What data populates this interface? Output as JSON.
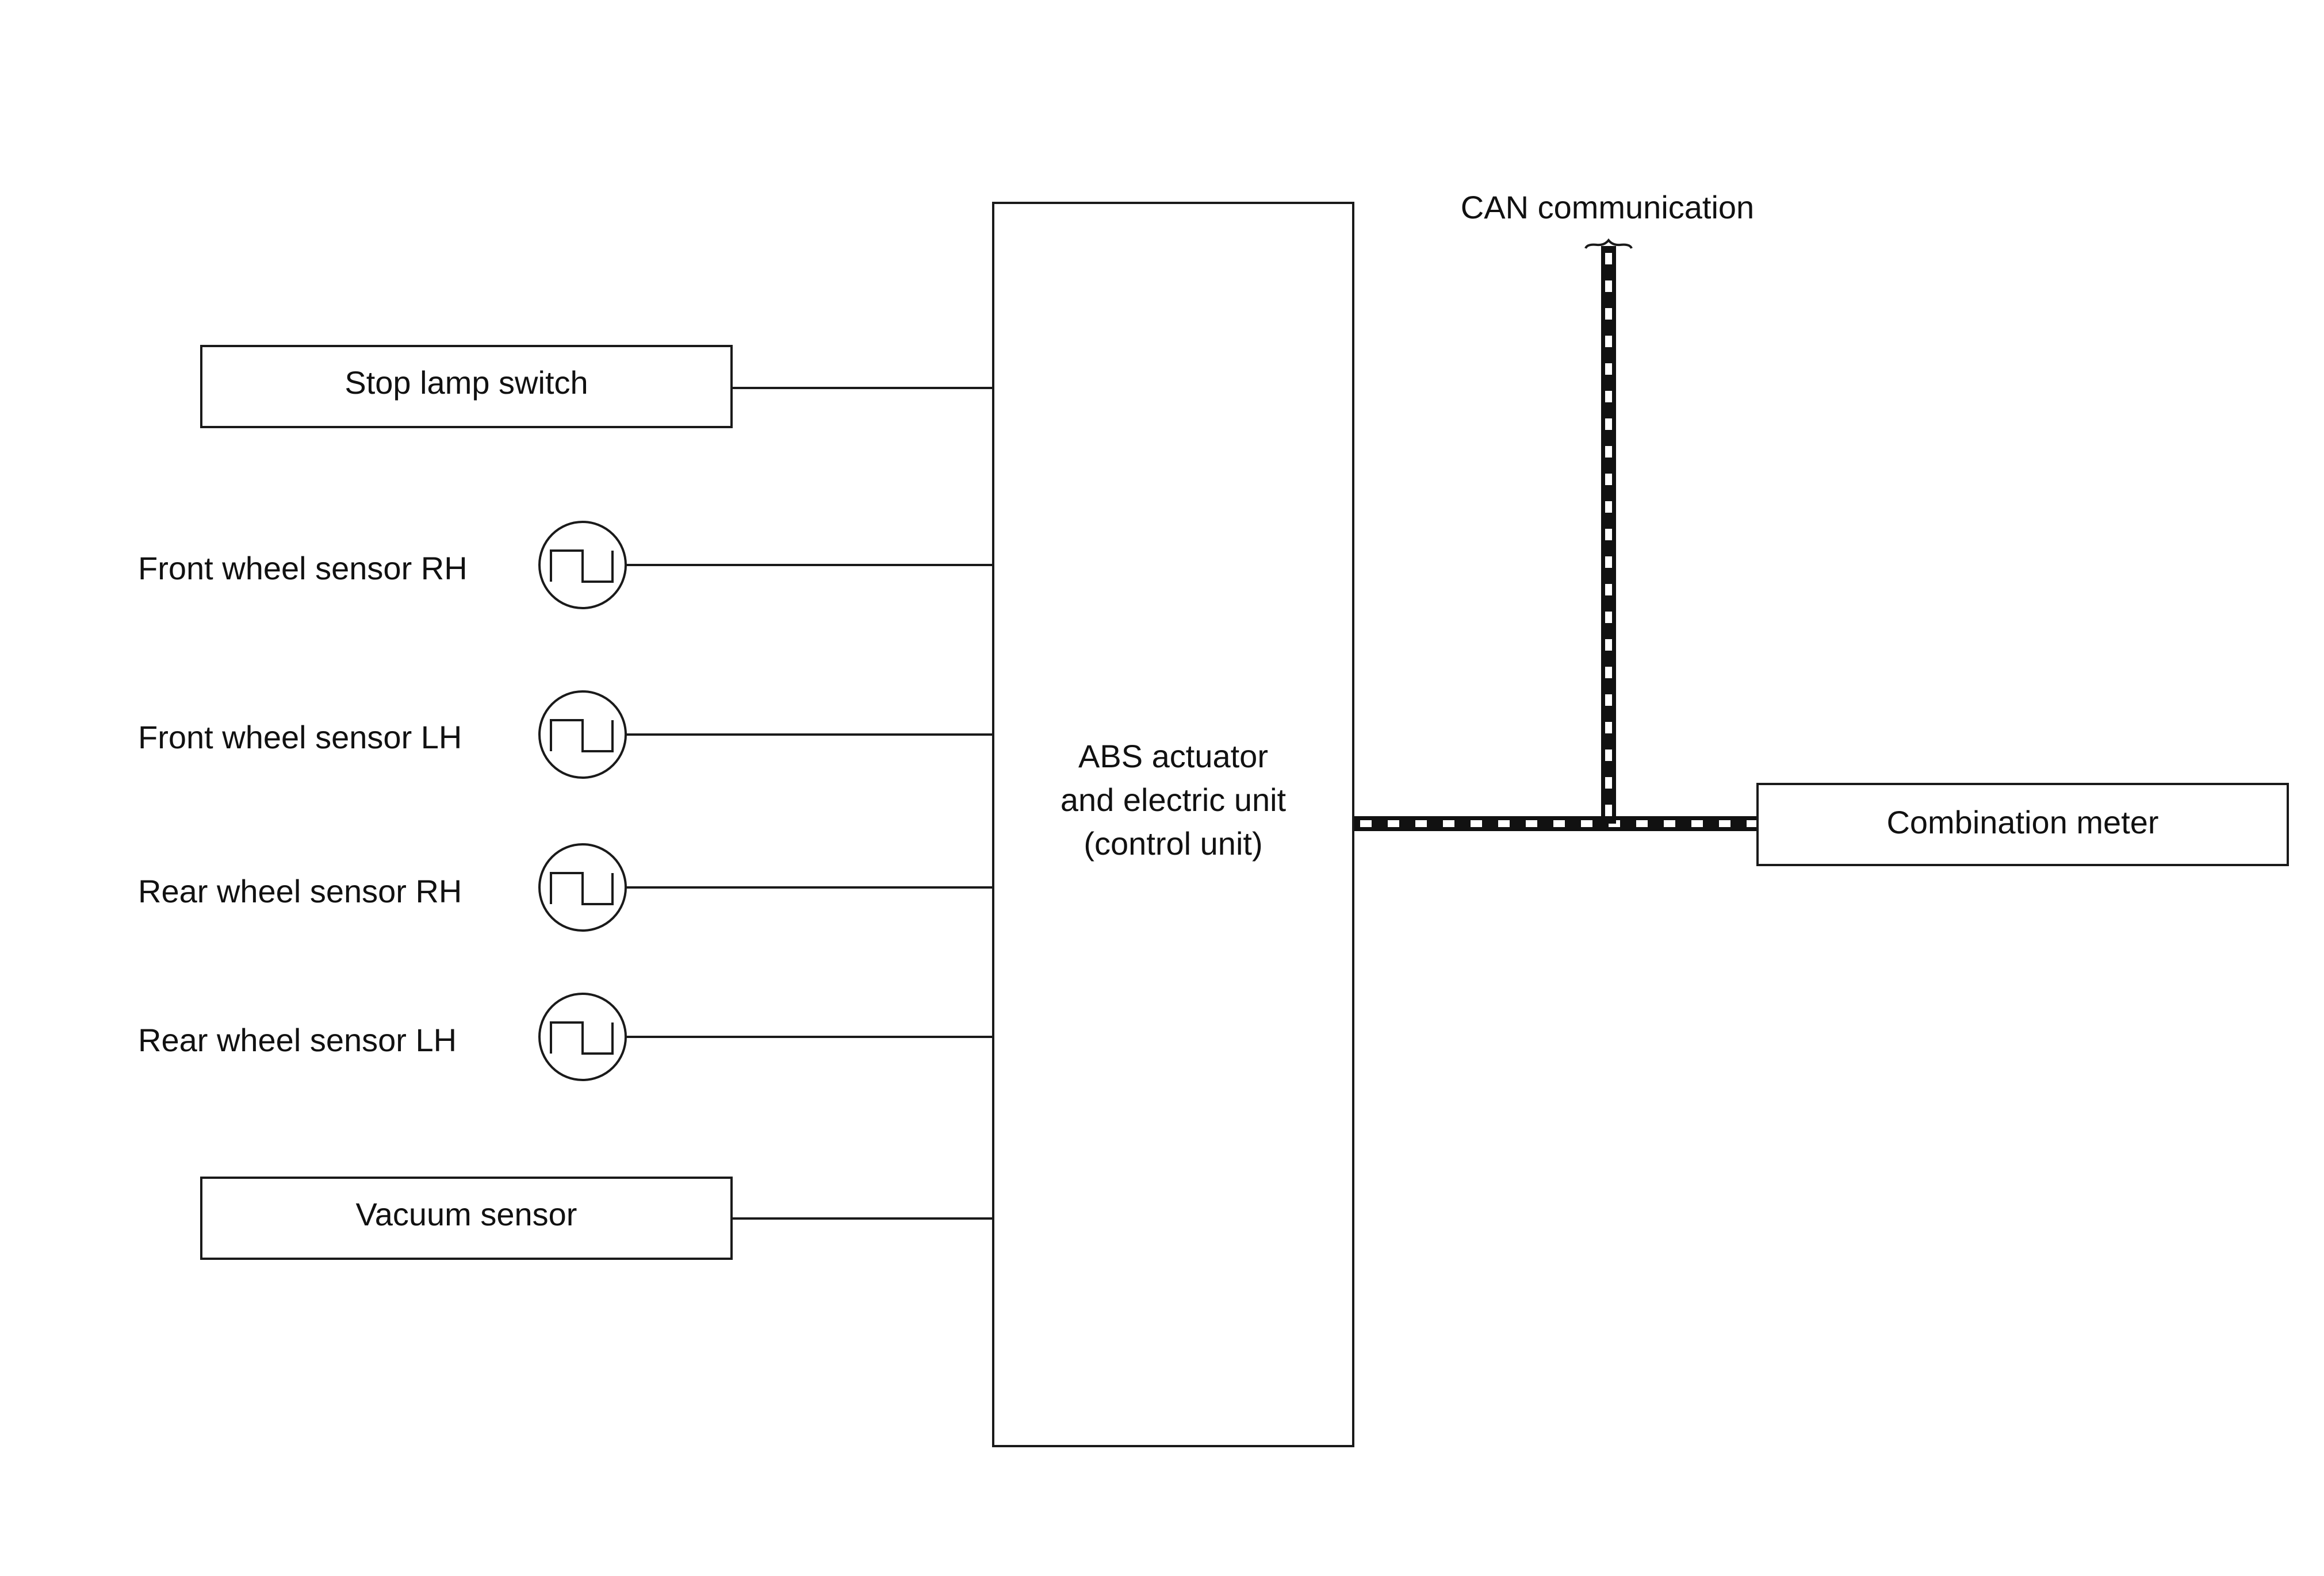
{
  "control_unit": {
    "lines": [
      "ABS actuator",
      "and electric unit",
      "(control unit)"
    ]
  },
  "inputs": {
    "stop_lamp_switch": "Stop lamp switch",
    "vacuum_sensor": "Vacuum sensor"
  },
  "wheel_sensors": [
    "Front wheel sensor RH",
    "Front wheel sensor LH",
    "Rear wheel sensor RH",
    "Rear wheel sensor LH"
  ],
  "outputs": {
    "combination_meter": "Combination meter"
  },
  "can": {
    "label": "CAN communication"
  },
  "colors": {
    "line": "#1a1a1a",
    "background": "#ffffff"
  }
}
